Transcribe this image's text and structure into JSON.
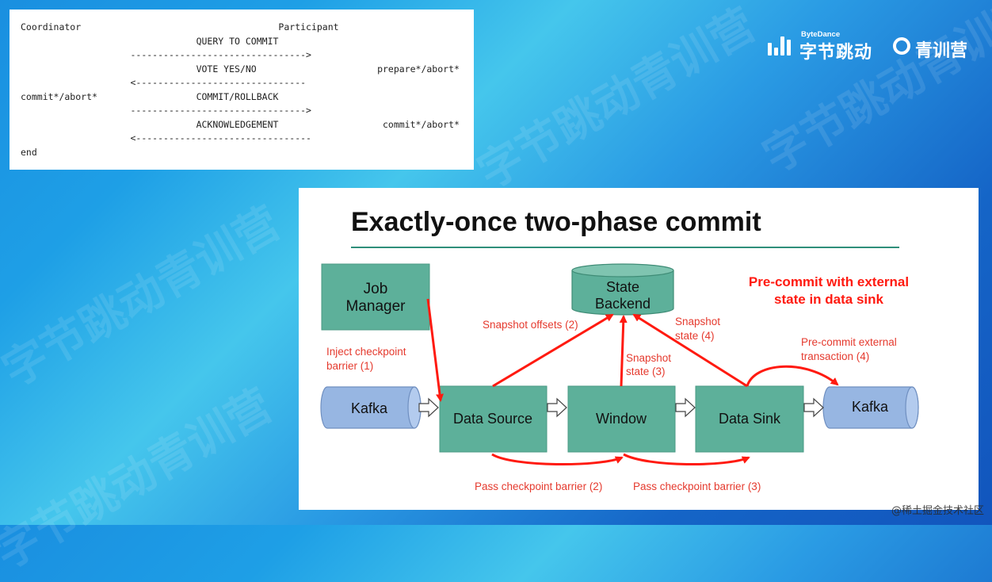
{
  "protocol": {
    "coordinator": "Coordinator",
    "participant": "Participant",
    "msg_query": "QUERY TO COMMIT",
    "arrow_right_1": "-------------------------------->",
    "msg_vote": "VOTE YES/NO",
    "participant_state_1": "prepare*/abort*",
    "arrow_left_1": "<-------------------------------",
    "coordinator_state": "commit*/abort*",
    "msg_commit": "COMMIT/ROLLBACK",
    "arrow_right_2": "-------------------------------->",
    "msg_ack": "ACKNOWLEDGEMENT",
    "participant_state_2": "commit*/abort*",
    "arrow_left_2": "<--------------------------------",
    "end": "end"
  },
  "logos": {
    "bytedance_small": "ByteDance",
    "bytedance_name": "字节跳动",
    "camp_name": "青训营"
  },
  "watermark": "字节跳动青训营",
  "slide": {
    "title": "Exactly-once two-phase commit",
    "note_line1": "Pre-commit with external",
    "note_line2": "state in data sink",
    "nodes": {
      "job_manager_1": "Job",
      "job_manager_2": "Manager",
      "state_backend_1": "State",
      "state_backend_2": "Backend",
      "kafka_in": "Kafka",
      "data_source": "Data Source",
      "window": "Window",
      "data_sink": "Data Sink",
      "kafka_out": "Kafka"
    },
    "labels": {
      "inject_1": "Inject checkpoint",
      "inject_2": "barrier (1)",
      "snapshot_offsets": "Snapshot offsets (2)",
      "snapshot_state3_1": "Snapshot",
      "snapshot_state3_2": "state (3)",
      "snapshot_state4_1": "Snapshot",
      "snapshot_state4_2": "state (4)",
      "precommit_1": "Pre-commit external",
      "precommit_2": "transaction (4)",
      "pass_barrier_2": "Pass checkpoint barrier (2)",
      "pass_barrier_3": "Pass checkpoint barrier (3)"
    },
    "colors": {
      "green_box": "#5db09a",
      "blue_cylinder": "#97b6e2",
      "red_arrow": "#ff1a10"
    }
  },
  "credit": "@稀土掘金技术社区"
}
